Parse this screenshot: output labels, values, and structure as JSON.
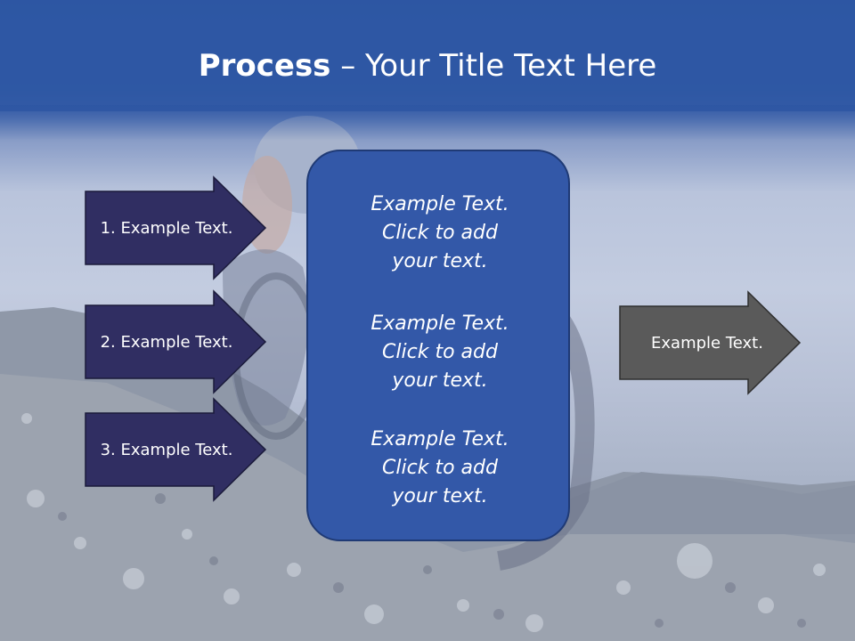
{
  "title": {
    "bold": "Process",
    "rest": " – Your Title Text Here"
  },
  "left_arrows": [
    {
      "label": "1. Example Text."
    },
    {
      "label": "2. Example Text."
    },
    {
      "label": "3. Example Text."
    }
  ],
  "center_box": {
    "items": [
      {
        "text": "Example Text.\nClick  to add\nyour text."
      },
      {
        "text": "Example Text.\nClick  to add\nyour text."
      },
      {
        "text": "Example Text.\nClick  to add\nyour text."
      }
    ]
  },
  "right_arrow": {
    "label": "Example Text."
  },
  "colors": {
    "header_blue": "#2f58a6",
    "left_arrow_fill": "#302e62",
    "center_box_fill": "#3358a8",
    "right_arrow_fill": "#5a5a5a"
  }
}
